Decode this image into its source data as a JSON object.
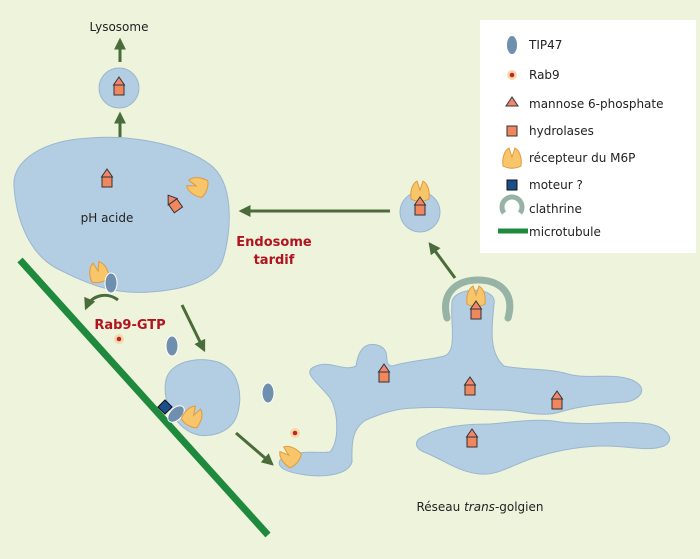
{
  "labels": {
    "lysosome": "Lysosome",
    "ph_acide": "pH acide",
    "endosome_line1": "Endosome",
    "endosome_line2": "tardif",
    "rab9_gtp": "Rab9-GTP",
    "reseau_prefix": "Réseau ",
    "reseau_italic": "trans",
    "reseau_suffix": "-golgien"
  },
  "legend": {
    "items": [
      {
        "icon": "tip47-icon",
        "label": "TIP47"
      },
      {
        "icon": "rab9-icon",
        "label": "Rab9"
      },
      {
        "icon": "mannose-6-phosphate-icon",
        "label": "mannose 6-phosphate"
      },
      {
        "icon": "hydrolases-icon",
        "label": "hydrolases"
      },
      {
        "icon": "m6p-receptor-icon",
        "label": "récepteur du M6P"
      },
      {
        "icon": "motor-icon",
        "label": "moteur ?"
      },
      {
        "icon": "clathrin-icon",
        "label": "clathrine"
      },
      {
        "icon": "microtubule-icon",
        "label": "microtubule"
      }
    ]
  },
  "colors": {
    "background": "#eef3dc",
    "membrane_fill": "#b3cde3",
    "membrane_stroke": "#9ab7cf",
    "arrow": "#4a6b3a",
    "microtubule": "#1f8a3e",
    "tip47": "#6f8fae",
    "rab9_outer": "#f6d9a8",
    "rab9_inner": "#c0242c",
    "m6p": "#f0876a",
    "hydrolase": "#f0875e",
    "receptor": "#f7c56a",
    "motor": "#1c4d8c",
    "clathrin": "#97b3a5",
    "label_red": "#b0141e"
  }
}
